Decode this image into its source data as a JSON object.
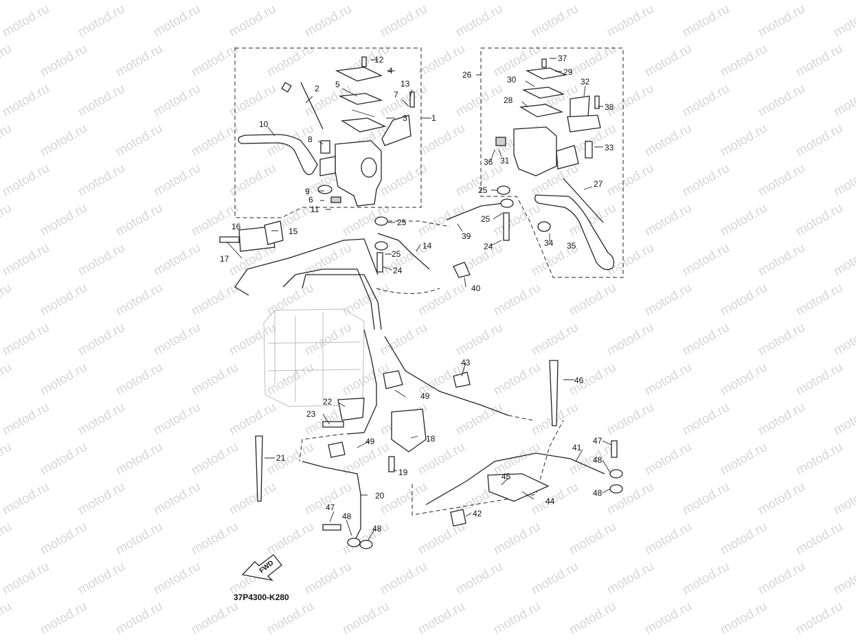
{
  "watermark_text": "motod.ru",
  "diagram_code": "37P4300-K280",
  "direction_label": "FWD",
  "callouts": {
    "n1": "1",
    "n2": "2",
    "n3": "3",
    "n4": "4",
    "n5": "5",
    "n6": "6",
    "n7": "7",
    "n8": "8",
    "n9": "9",
    "n10": "10",
    "n11": "11",
    "n12": "12",
    "n13": "13",
    "n14": "14",
    "n15": "15",
    "n16": "16",
    "n17": "17",
    "n18": "18",
    "n19": "19",
    "n20": "20",
    "n21": "21",
    "n22": "22",
    "n23": "23",
    "n24a": "24",
    "n24b": "24",
    "n25a": "25",
    "n25b": "25",
    "n25c": "25",
    "n25d": "25",
    "n26": "26",
    "n27": "27",
    "n28": "28",
    "n29": "29",
    "n30": "30",
    "n31": "31",
    "n32": "32",
    "n33": "33",
    "n34": "34",
    "n35": "35",
    "n36": "36",
    "n37": "37",
    "n38": "38",
    "n39": "39",
    "n40": "40",
    "n41": "41",
    "n42": "42",
    "n43": "43",
    "n44": "44",
    "n45": "45",
    "n46": "46",
    "n47a": "47",
    "n47b": "47",
    "n48a": "48",
    "n48b": "48",
    "n48c": "48",
    "n48d": "48",
    "n49a": "49",
    "n49b": "49"
  }
}
